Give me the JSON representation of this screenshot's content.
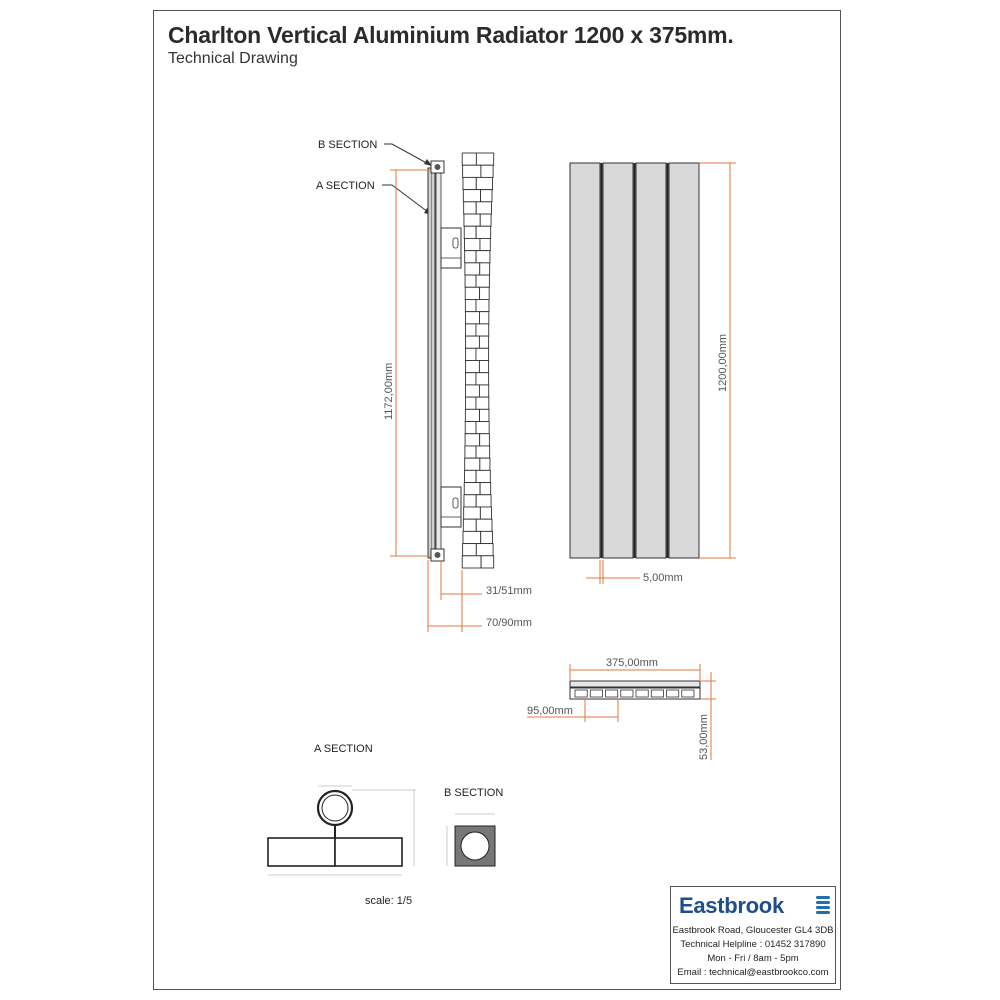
{
  "title": "Charlton Vertical Aluminium Radiator 1200 x 375mm.",
  "subtitle": "Technical Drawing",
  "labels": {
    "b_section_callout": "B SECTION",
    "a_section_callout": "A SECTION",
    "a_section_detail": "A SECTION",
    "b_section_detail": "B SECTION"
  },
  "dimensions": {
    "bracket_height": "1172,00mm",
    "radiator_height": "1200,00mm",
    "wall_gap": "31/51mm",
    "projection": "70/90mm",
    "panel_gap": "5,00mm",
    "width": "375,00mm",
    "pipe_centres_offset": "95,00mm",
    "depth": "53,00mm"
  },
  "scale": "scale:  1/5",
  "company": {
    "name": "Eastbrook",
    "address": "Eastbrook Road, Gloucester GL4 3DB",
    "helpline": "Technical Helpline : 01452 317890",
    "hours": "Mon - Fri / 8am - 5pm",
    "email": "Email : technical@eastbrookco.com",
    "brand_color": "#1f4e8c",
    "mark_icon": "wave-lines-icon"
  },
  "colors": {
    "dimension_line": "#e07a3f",
    "panel_fill": "#d9d9d9",
    "outline": "#333333"
  }
}
